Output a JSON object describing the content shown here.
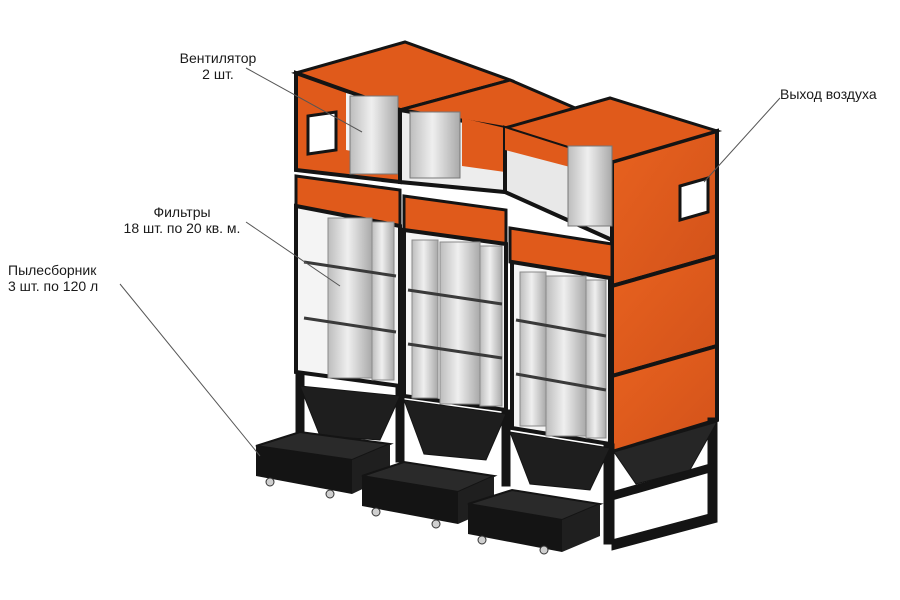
{
  "labels": {
    "fan": {
      "line1": "Вентилятор",
      "line2": "2 шт."
    },
    "air_outlet": {
      "line1": "Выход воздуха"
    },
    "filters": {
      "line1": "Фильтры",
      "line2": "18 шт. по 20 кв. м."
    },
    "dust_collector": {
      "line1": "Пылесборник",
      "line2": "3 шт. по 120 л"
    }
  },
  "colors": {
    "panel_orange": "#e05a1b",
    "panel_orange_dark": "#b8430f",
    "frame_black": "#141414",
    "filter_grey": "#d9d9d9",
    "leader_line": "#555555"
  }
}
